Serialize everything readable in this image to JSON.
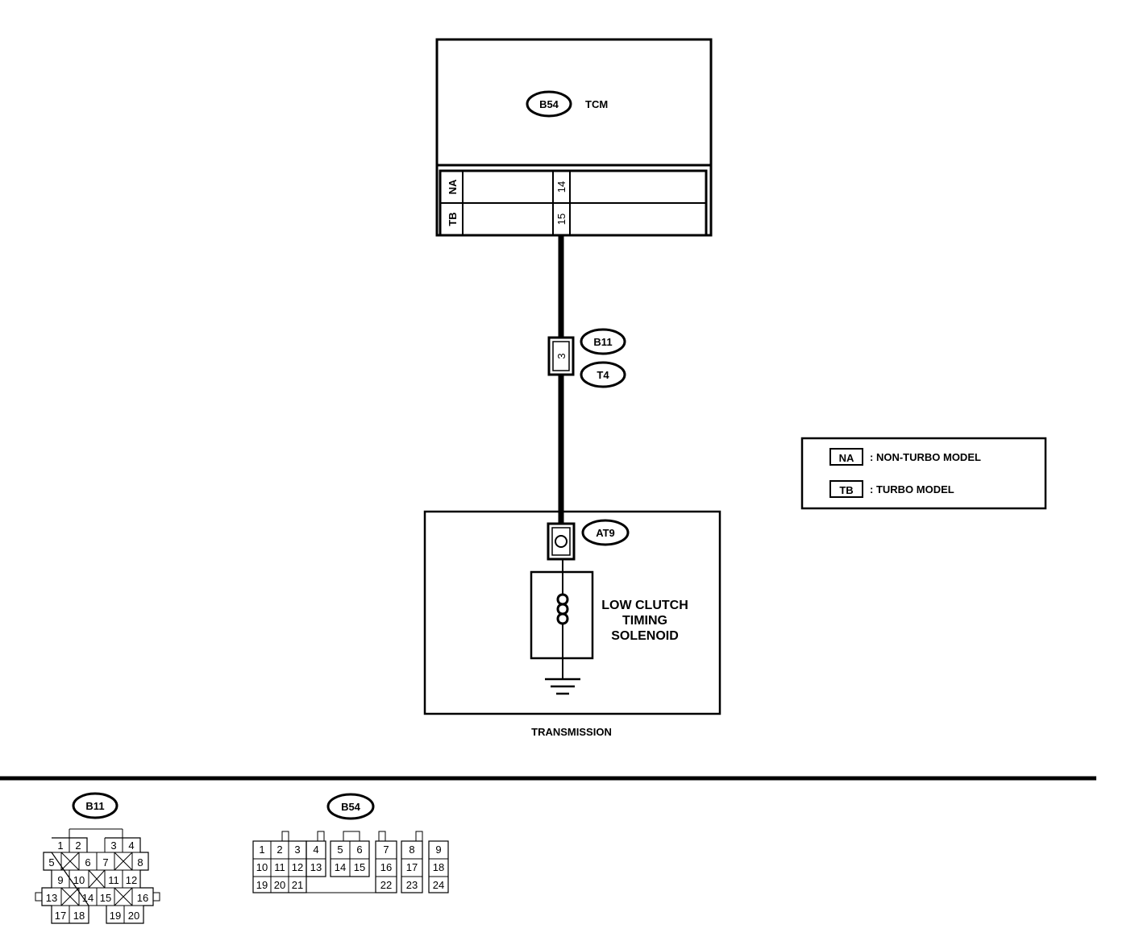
{
  "tcm": {
    "connector": "B54",
    "name": "TCM"
  },
  "tcm_pins": [
    {
      "model": "NA",
      "pin": "14"
    },
    {
      "model": "TB",
      "pin": "15"
    }
  ],
  "joint_connector": {
    "pin": "3",
    "labels": [
      "B11",
      "T4"
    ]
  },
  "solenoid_connector": "AT9",
  "solenoid_label": [
    "LOW CLUTCH",
    "TIMING",
    "SOLENOID"
  ],
  "transmission_label": "TRANSMISSION",
  "legend": [
    {
      "code": "NA",
      "text": ": NON-TURBO MODEL"
    },
    {
      "code": "TB",
      "text": ": TURBO MODEL"
    }
  ],
  "connector_views": [
    {
      "label": "B11",
      "rows": [
        [
          "1",
          "2",
          "3",
          "4"
        ],
        [
          "5",
          "6",
          "7",
          "8"
        ],
        [
          "9",
          "10",
          "11",
          "12"
        ],
        [
          "13",
          "14",
          "15",
          "16"
        ],
        [
          "17",
          "18",
          "19",
          "20"
        ]
      ]
    },
    {
      "label": "B54",
      "rows": [
        [
          "1",
          "2",
          "3",
          "4",
          "5",
          "6",
          "7",
          "8",
          "9"
        ],
        [
          "10",
          "11",
          "12",
          "13",
          "14",
          "15",
          "16",
          "17",
          "18"
        ],
        [
          "19",
          "20",
          "21",
          "22",
          "23",
          "24"
        ]
      ]
    }
  ]
}
